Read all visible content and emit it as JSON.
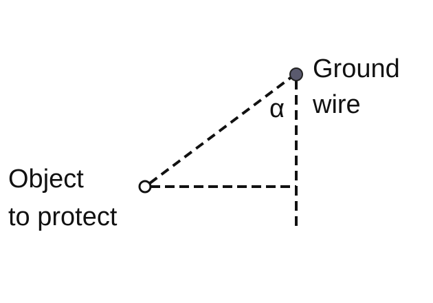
{
  "labels": {
    "ground_wire_line1": "Ground",
    "ground_wire_line2": "wire",
    "object_line1": "Object",
    "object_line2": "to protect",
    "angle": "α"
  },
  "colors": {
    "ground_wire_fill": "#5a5a6e",
    "line": "#111111"
  }
}
